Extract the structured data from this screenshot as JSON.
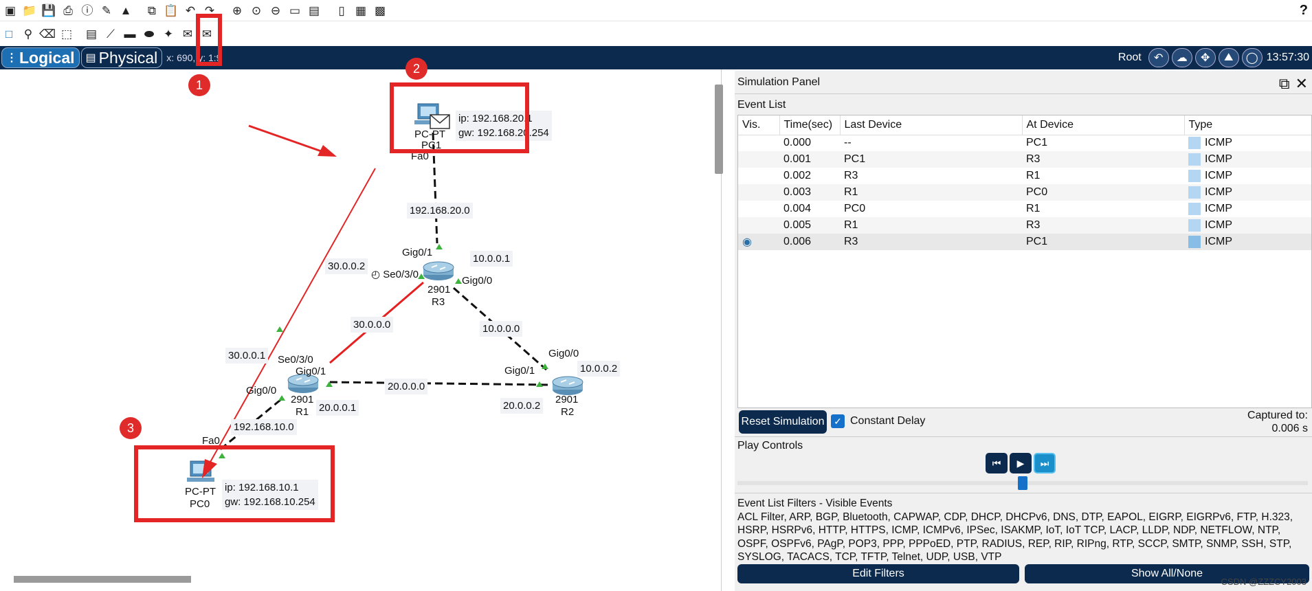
{
  "toolbar_top": {
    "icons": [
      "new-file-icon",
      "open-folder-icon",
      "save-icon",
      "print-icon",
      "info-icon",
      "activity-wizard-icon",
      "custom-device-icon",
      "copy-icon",
      "paste-icon",
      "undo-icon",
      "redo-icon",
      "zoom-in-icon",
      "zoom-reset-icon",
      "zoom-out-icon",
      "drawing-palette-icon",
      "custom-devices-dialog-icon",
      "notes-icon",
      "cluster-icon",
      "viewport-icon"
    ],
    "help": "?"
  },
  "toolbar_second": {
    "icons": [
      "select-icon",
      "inspect-icon",
      "delete-icon",
      "resize-icon",
      "note-icon",
      "line-icon",
      "rectangle-icon",
      "ellipse-icon",
      "freeform-icon",
      "add-simple-pdu-icon",
      "add-complex-pdu-icon"
    ]
  },
  "modebar": {
    "logical": "Logical",
    "physical": "Physical",
    "coords": "x: 690, y: 1:9",
    "root": "Root",
    "time": "13:57:30"
  },
  "topology": {
    "pc1": {
      "type": "PC-PT",
      "name": "PC1",
      "ip": "ip: 192.168.20.1",
      "gw": "gw: 192.168.20.254",
      "port": "Fa0"
    },
    "pc0": {
      "type": "PC-PT",
      "name": "PC0",
      "ip": "ip: 192.168.10.1",
      "gw": "gw: 192.168.10.254",
      "port": "Fa0"
    },
    "r1": {
      "model": "2901",
      "name": "R1",
      "gig00": "Gig0/0",
      "gig01": "Gig0/1",
      "se030": "Se0/3/0",
      "ip_20": "20.0.0.1",
      "ip_30": "30.0.0.1"
    },
    "r2": {
      "model": "2901",
      "name": "R2",
      "gig00": "Gig0/0",
      "gig01": "Gig0/1",
      "ip_10": "10.0.0.2",
      "ip_20": "20.0.0.2"
    },
    "r3": {
      "model": "2901",
      "name": "R3",
      "gig00": "Gig0/0",
      "gig01": "Gig0/1",
      "se030": "Se0/3/0",
      "ip_10": "10.0.0.1",
      "ip_30": "30.0.0.2"
    },
    "nets": {
      "n20": "192.168.20.0",
      "n10": "192.168.10.0",
      "n30": "30.0.0.0",
      "n10b": "10.0.0.0",
      "n20b": "20.0.0.0"
    }
  },
  "annotations": {
    "one": "1",
    "two": "2",
    "three": "3"
  },
  "simulation": {
    "title": "Simulation Panel",
    "event_list_title": "Event List",
    "columns": [
      "Vis.",
      "Time(sec)",
      "Last Device",
      "At Device",
      "Type"
    ],
    "events": [
      {
        "time": "0.000",
        "last": "--",
        "at": "PC1",
        "type": "ICMP"
      },
      {
        "time": "0.001",
        "last": "PC1",
        "at": "R3",
        "type": "ICMP"
      },
      {
        "time": "0.002",
        "last": "R3",
        "at": "R1",
        "type": "ICMP"
      },
      {
        "time": "0.003",
        "last": "R1",
        "at": "PC0",
        "type": "ICMP"
      },
      {
        "time": "0.004",
        "last": "PC0",
        "at": "R1",
        "type": "ICMP"
      },
      {
        "time": "0.005",
        "last": "R1",
        "at": "R3",
        "type": "ICMP"
      },
      {
        "time": "0.006",
        "last": "R3",
        "at": "PC1",
        "type": "ICMP"
      }
    ],
    "reset_label": "Reset Simulation",
    "constant_delay": "Constant Delay",
    "captured_label": "Captured to:",
    "captured_value": "0.006 s",
    "play_controls": "Play Controls",
    "filters_title": "Event List Filters - Visible Events",
    "filters_text": "ACL Filter, ARP, BGP, Bluetooth, CAPWAP, CDP, DHCP, DHCPv6, DNS, DTP, EAPOL, EIGRP, EIGRPv6, FTP, H.323, HSRP, HSRPv6, HTTP, HTTPS, ICMP, ICMPv6, IPSec, ISAKMP, IoT, IoT TCP, LACP, LLDP, NDP, NETFLOW, NTP, OSPF, OSPFv6, PAgP, POP3, PPP, PPPoED, PTP, RADIUS, REP, RIP, RIPng, RTP, SCCP, SMTP, SNMP, SSH, STP, SYSLOG, TACACS, TCP, TFTP, Telnet, UDP, USB, VTP",
    "edit_filters": "Edit Filters",
    "show_all": "Show All/None"
  },
  "watermark": "CSDN @ZZZCY2003"
}
